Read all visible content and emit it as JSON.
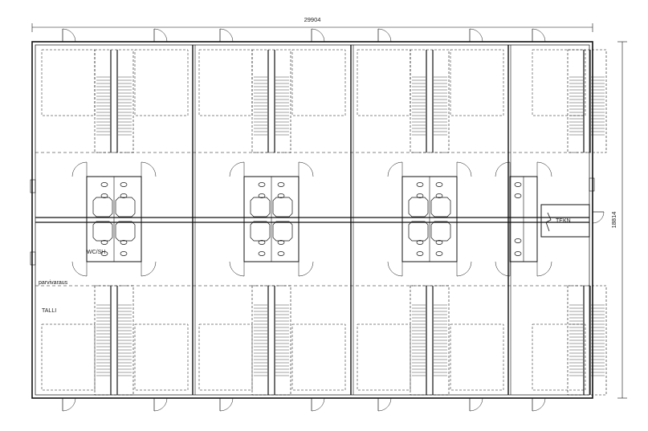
{
  "dimensions": {
    "width": "29904",
    "height": "18814"
  },
  "labels": {
    "room_wc": "WC/SH",
    "loft_reservation": "parvivaraus",
    "stable": "TALLI",
    "technical_room": "TEKN"
  },
  "colors": {
    "line": "#111111",
    "thin": "#333333",
    "background": "#ffffff"
  }
}
